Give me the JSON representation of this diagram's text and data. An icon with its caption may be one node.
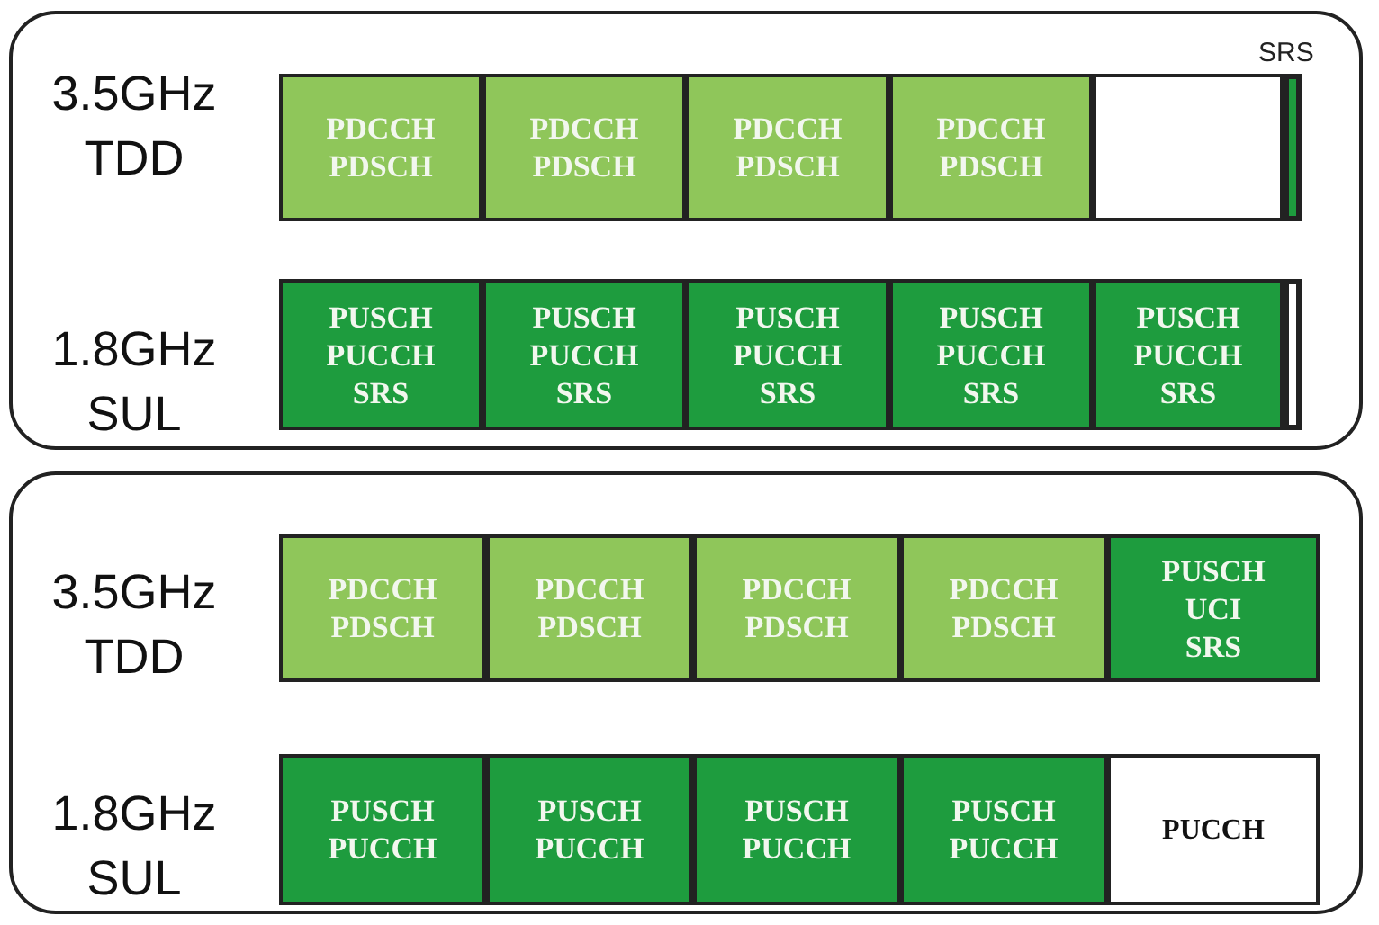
{
  "diagram": {
    "nodes": [
      {
        "text": [],
        "shape": "box"
      },
      {
        "text": [
          "PDCCH",
          "PDSCH"
        ],
        "in": 0
      },
      {
        "text": [
          "PDCCH",
          "PDSCH"
        ],
        "in": 0
      },
      {
        "text": [
          "PDCCH",
          "PDSCH"
        ],
        "in": 0
      },
      {
        "text": [
          "PDCCH",
          "PDSCH"
        ],
        "in": 0
      },
      {
        "text": [],
        "shape": "box",
        "in": 0
      },
      {
        "text": [],
        "shape": "bar",
        "in": 0,
        "beside": [
          "SRS"
        ]
      },
      {
        "text": [
          "PUSCH",
          "PUCCH",
          "SRS"
        ],
        "in": 0
      },
      {
        "text": [
          "PUSCH",
          "PUCCH",
          "SRS"
        ],
        "in": 0
      },
      {
        "text": [
          "PUSCH",
          "PUCCH",
          "SRS"
        ],
        "in": 0
      },
      {
        "text": [
          "PUSCH",
          "PUCCH",
          "SRS"
        ],
        "in": 0
      },
      {
        "text": [
          "PUSCH",
          "PUCCH",
          "SRS"
        ],
        "in": 0
      },
      {
        "text": [],
        "shape": "bar",
        "in": 0
      },
      {
        "text": [],
        "shape": "box"
      },
      {
        "text": [
          "PDCCH",
          "PDSCH"
        ],
        "in": 13
      },
      {
        "text": [
          "PDCCH",
          "PDSCH"
        ],
        "in": 13
      },
      {
        "text": [
          "PDCCH",
          "PDSCH"
        ],
        "in": 13
      },
      {
        "text": [
          "PDCCH",
          "PDSCH"
        ],
        "in": 13
      },
      {
        "text": [
          "PUSCH",
          "UCI",
          "SRS"
        ],
        "in": 13
      },
      {
        "text": [
          "PUSCH",
          "PUCCH"
        ],
        "in": 13
      },
      {
        "text": [
          "PUSCH",
          "PUCCH"
        ],
        "in": 13
      },
      {
        "text": [
          "PUSCH",
          "PUCCH"
        ],
        "in": 13
      },
      {
        "text": [
          "PUSCH",
          "PUCCH"
        ],
        "in": 13
      },
      {
        "text": [
          "PUCCH"
        ],
        "in": 13
      }
    ],
    "labels": [
      "3.5GHz TDD",
      "1.8GHz SUL",
      "3.5GHz TDD",
      "1.8GHz SUL"
    ]
  }
}
